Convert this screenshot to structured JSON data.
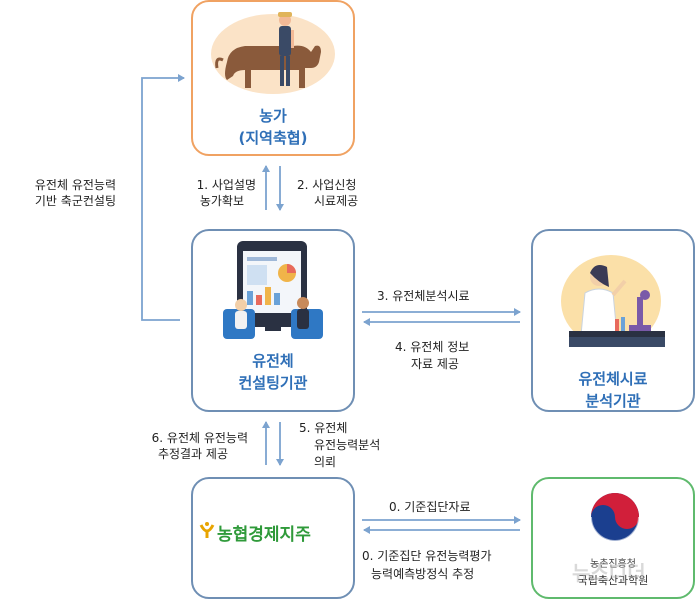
{
  "nodes": {
    "farm": {
      "title_line1": "농가",
      "title_line2": "(지역축협)"
    },
    "consulting": {
      "title_line1": "유전체",
      "title_line2": "컨설팅기관"
    },
    "lab": {
      "title_line1": "유전체시료",
      "title_line2": "분석기관"
    },
    "nh": {
      "name": "농협경제지주"
    },
    "rda": {
      "name_line1": "농촌진흥청",
      "name_line2": "국립축산과학원"
    }
  },
  "labels": {
    "left_loop": {
      "line1": "유전체 유전능력",
      "line2": "기반 축군컨설팅"
    },
    "step1": {
      "line1": "1. 사업설명",
      "line2": "농가확보"
    },
    "step2": {
      "line1": "2. 사업신청",
      "line2": "시료제공"
    },
    "step3": "3. 유전체분석시료",
    "step4": {
      "line1": "4. 유전체 정보",
      "line2": "자료 제공"
    },
    "step5": {
      "line1": "5. 유전체",
      "line2": "유전능력분석",
      "line3": "의뢰"
    },
    "step6": {
      "line1": "6. 유전체 유전능력",
      "line2": "추정결과 제공"
    },
    "step0a": "0. 기준집단자료",
    "step0b": {
      "line1": "0. 기준집단 유전능력평가",
      "line2": "능력예측방정식 추정"
    }
  },
  "watermark": "뉴스디더",
  "colors": {
    "title_blue": "#2f6fb7",
    "arrow_blue": "#7ca3cf",
    "farm_border": "#f0a262",
    "box_border": "#6f8fb4",
    "rda_border": "#5fba6d",
    "nh_green": "#2f9a3a"
  }
}
